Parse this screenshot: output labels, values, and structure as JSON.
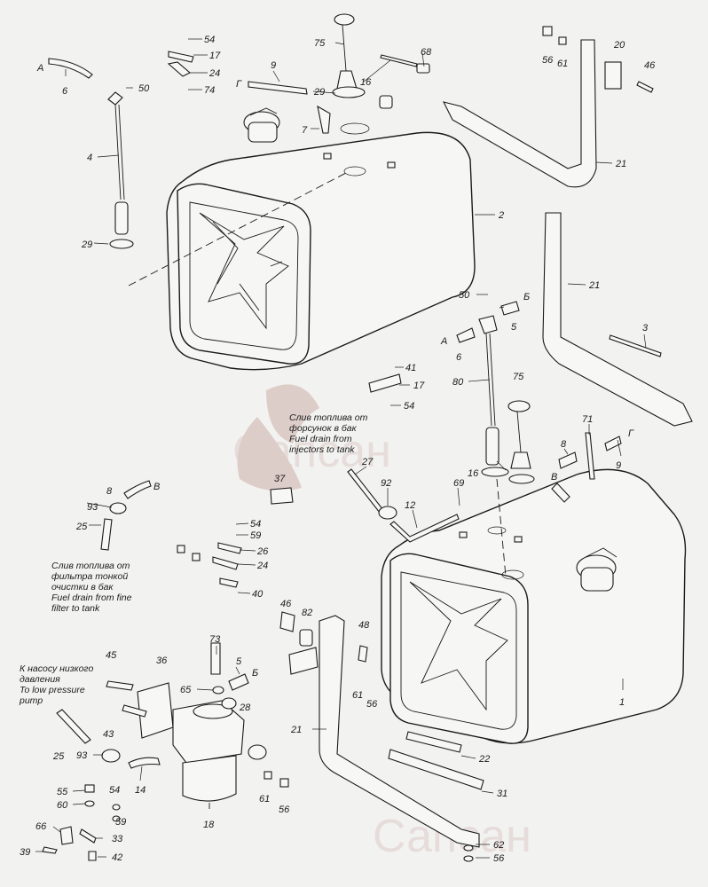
{
  "watermark": {
    "text": "Сапсан",
    "color": "#c9a8a0"
  },
  "captions": {
    "fuel_drain_injectors": [
      "Слив топлива от",
      "форсунок в бак",
      "Fuel drain from",
      "injectors to tank"
    ],
    "fuel_drain_fine_filter": [
      "Слив топлива от",
      "фильтра тонкой",
      "очистки в бак",
      "Fuel drain from fine",
      "filter to tank"
    ],
    "to_low_pressure_pump": [
      "К насосу низкого",
      "давления",
      "To low pressure",
      "pump"
    ]
  },
  "callouts": [
    {
      "id": "c54a",
      "text": "54"
    },
    {
      "id": "c17a",
      "text": "17"
    },
    {
      "id": "c24a",
      "text": "24"
    },
    {
      "id": "c74",
      "text": "74"
    },
    {
      "id": "c75a",
      "text": "75"
    },
    {
      "id": "c68",
      "text": "68"
    },
    {
      "id": "c16a",
      "text": "16"
    },
    {
      "id": "c9a",
      "text": "9"
    },
    {
      "id": "cGa",
      "text": "Г"
    },
    {
      "id": "c29a",
      "text": "29"
    },
    {
      "id": "c7",
      "text": "7"
    },
    {
      "id": "cAa",
      "text": "А"
    },
    {
      "id": "c6a",
      "text": "6"
    },
    {
      "id": "c50a",
      "text": "50"
    },
    {
      "id": "c4",
      "text": "4"
    },
    {
      "id": "c29b",
      "text": "29"
    },
    {
      "id": "c2",
      "text": "2"
    },
    {
      "id": "c56a",
      "text": "56"
    },
    {
      "id": "c61a",
      "text": "61"
    },
    {
      "id": "c20",
      "text": "20"
    },
    {
      "id": "c46a",
      "text": "46"
    },
    {
      "id": "c21a",
      "text": "21"
    },
    {
      "id": "c21b",
      "text": "21"
    },
    {
      "id": "c3",
      "text": "3"
    },
    {
      "id": "c50b",
      "text": "50"
    },
    {
      "id": "cBa",
      "text": "Б"
    },
    {
      "id": "cAb",
      "text": "А"
    },
    {
      "id": "c5a",
      "text": "5"
    },
    {
      "id": "c6b",
      "text": "6"
    },
    {
      "id": "c41",
      "text": "41"
    },
    {
      "id": "c17b",
      "text": "17"
    },
    {
      "id": "c54b",
      "text": "54"
    },
    {
      "id": "c80",
      "text": "80"
    },
    {
      "id": "c75b",
      "text": "75"
    },
    {
      "id": "c71",
      "text": "71"
    },
    {
      "id": "c8a",
      "text": "8"
    },
    {
      "id": "cGb",
      "text": "Г"
    },
    {
      "id": "c9b",
      "text": "9"
    },
    {
      "id": "cVa",
      "text": "В"
    },
    {
      "id": "c16b",
      "text": "16"
    },
    {
      "id": "c27",
      "text": "27"
    },
    {
      "id": "c37",
      "text": "37"
    },
    {
      "id": "c92",
      "text": "92"
    },
    {
      "id": "c69",
      "text": "69"
    },
    {
      "id": "c12",
      "text": "12"
    },
    {
      "id": "c8b",
      "text": "8"
    },
    {
      "id": "cVb",
      "text": "В"
    },
    {
      "id": "c93a",
      "text": "93"
    },
    {
      "id": "c25a",
      "text": "25"
    },
    {
      "id": "c54c",
      "text": "54"
    },
    {
      "id": "c59a",
      "text": "59"
    },
    {
      "id": "c26",
      "text": "26"
    },
    {
      "id": "c24b",
      "text": "24"
    },
    {
      "id": "c40",
      "text": "40"
    },
    {
      "id": "c1",
      "text": "1"
    },
    {
      "id": "c46b",
      "text": "46"
    },
    {
      "id": "c82",
      "text": "82"
    },
    {
      "id": "c48",
      "text": "48"
    },
    {
      "id": "c61b",
      "text": "61"
    },
    {
      "id": "c56b",
      "text": "56"
    },
    {
      "id": "c73",
      "text": "73"
    },
    {
      "id": "c45",
      "text": "45"
    },
    {
      "id": "c36",
      "text": "36"
    },
    {
      "id": "c5b",
      "text": "5"
    },
    {
      "id": "cBb",
      "text": "Б"
    },
    {
      "id": "c65",
      "text": "65"
    },
    {
      "id": "c28",
      "text": "28"
    },
    {
      "id": "c43",
      "text": "43"
    },
    {
      "id": "c25b",
      "text": "25"
    },
    {
      "id": "c93b",
      "text": "93"
    },
    {
      "id": "c14",
      "text": "14"
    },
    {
      "id": "c18",
      "text": "18"
    },
    {
      "id": "c61c",
      "text": "61"
    },
    {
      "id": "c56c",
      "text": "56"
    },
    {
      "id": "c21c",
      "text": "21"
    },
    {
      "id": "c22",
      "text": "22"
    },
    {
      "id": "c31",
      "text": "31"
    },
    {
      "id": "c55",
      "text": "55"
    },
    {
      "id": "c54d",
      "text": "54"
    },
    {
      "id": "c60",
      "text": "60"
    },
    {
      "id": "c59b",
      "text": "59"
    },
    {
      "id": "c66",
      "text": "66"
    },
    {
      "id": "c33",
      "text": "33"
    },
    {
      "id": "c39",
      "text": "39"
    },
    {
      "id": "c42",
      "text": "42"
    },
    {
      "id": "c62",
      "text": "62"
    },
    {
      "id": "c56d",
      "text": "56"
    }
  ]
}
